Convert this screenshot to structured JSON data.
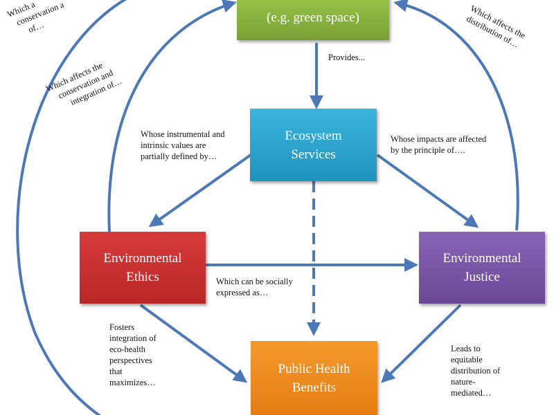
{
  "colors": {
    "arrow": "#4c78b5",
    "green_space": "#8ab33f",
    "ecosystem": "#2aa3cf",
    "ethics": "#cc3333",
    "justice": "#7a55a8",
    "public_health": "#f08a1c"
  },
  "nodes": {
    "green_space": {
      "lines": [
        "(e.g. green space)"
      ]
    },
    "ecosystem_services": {
      "lines": [
        "Ecosystem",
        "Services"
      ]
    },
    "environmental_ethics": {
      "lines": [
        "Environmental",
        "Ethics"
      ]
    },
    "environmental_justice": {
      "lines": [
        "Environmental",
        "Justice"
      ]
    },
    "public_health_benefits": {
      "lines": [
        "Public Health",
        "Benefits"
      ]
    }
  },
  "labels": {
    "provides": [
      "Provides..."
    ],
    "instrumental_values": [
      "Whose instrumental and",
      "intrinsic values are",
      "partially defined by…"
    ],
    "impacts_affected": [
      "Whose impacts are affected",
      "by the principle of…."
    ],
    "socially_expressed": [
      "Which can be socially",
      "expressed as…"
    ],
    "fosters": [
      "Fosters",
      "integration of",
      "eco-health",
      "perspectives",
      "that",
      "maximizes…"
    ],
    "leads_to": [
      "Leads to",
      "equitable",
      "distribution of",
      "nature-",
      "mediated…"
    ],
    "conservation_integration": [
      "Which affects the",
      "conservation and",
      "integration of…"
    ],
    "conservation_top_left": [
      "Which a",
      "conservation a",
      "of…"
    ],
    "distribution_top_right": [
      "Which affects the",
      "distribution of…"
    ]
  }
}
